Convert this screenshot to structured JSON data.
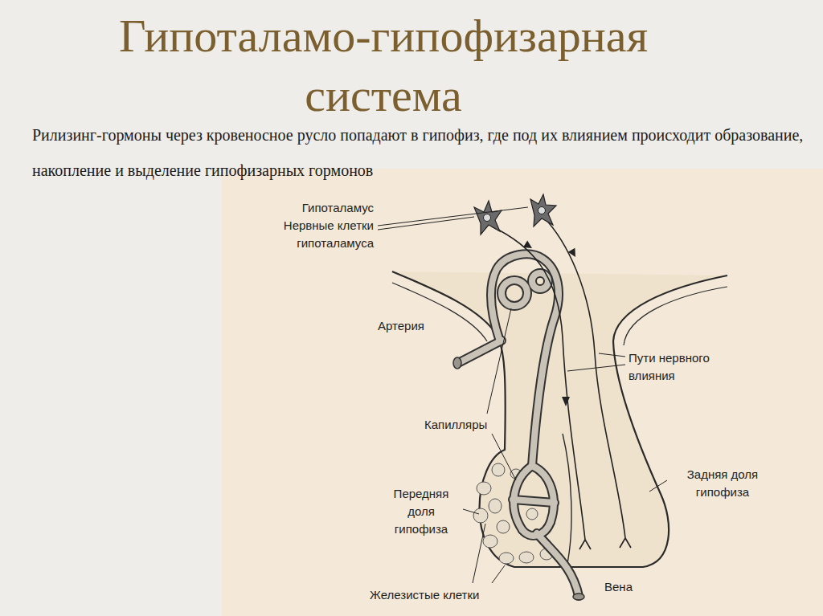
{
  "diagram": {
    "title": "Гипоталамо-гипофизарная система",
    "labels": [
      "Рилизинг-гормоны через кровеносное русло попадают в гипофиз, где под их влиянием происходит образование, накопление и выделение гипофизарных гормонов",
      "Гипоталамус",
      "Нервные клетки гипоталамуса",
      "Артерия",
      "Пути нервного влияния",
      "Капилляры",
      "Передняя доля гипофиза",
      "Задняя доля гипофиза",
      "Железистые клетки",
      "Вена"
    ]
  }
}
